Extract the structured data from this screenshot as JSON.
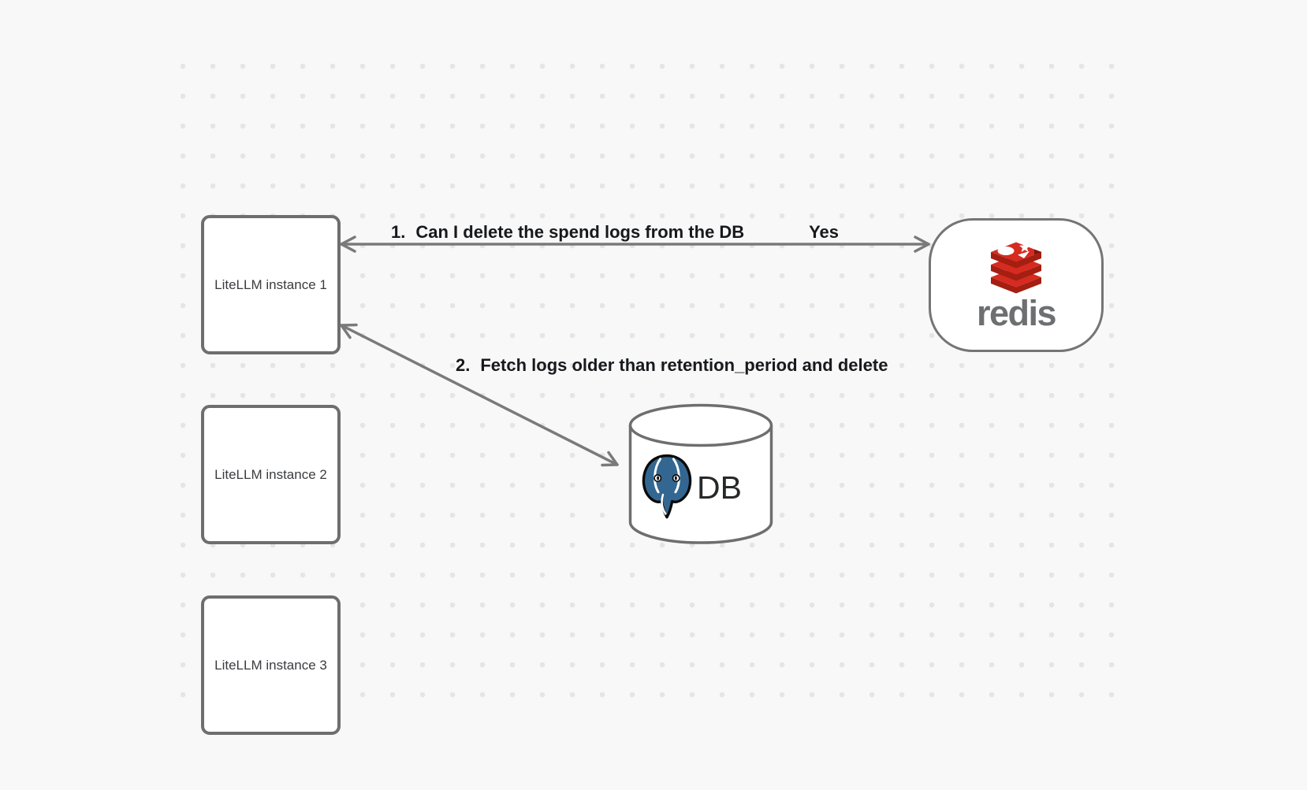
{
  "canvas": {
    "background": "#f8f8f8",
    "dot_color": "#e5e5e5",
    "shape_stroke": "#6e6e6e",
    "arrow_color": "#7a7a7a"
  },
  "instances": [
    {
      "label": "LiteLLM instance 1"
    },
    {
      "label": "LiteLLM instance 2"
    },
    {
      "label": "LiteLLM instance 3"
    }
  ],
  "redis": {
    "wordmark": "redis",
    "brand_red": "#d62b20",
    "brand_red_dark": "#a41e11",
    "wordmark_color": "#6d6f71"
  },
  "database": {
    "label": "DB",
    "postgres_blue": "#336791"
  },
  "annotations": {
    "arrow1": {
      "number": "1.",
      "text": "Can I delete the spend logs from the DB",
      "response": "Yes"
    },
    "arrow2": {
      "number": "2.",
      "text": "Fetch logs older than retention_period and delete"
    }
  }
}
